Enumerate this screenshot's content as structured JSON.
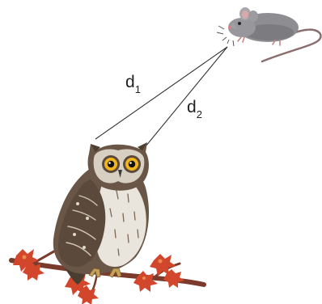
{
  "labels": {
    "d1_main": "d",
    "d1_sub": "1",
    "d2_main": "d",
    "d2_sub": "2"
  },
  "icons": {
    "predator": "owl-icon",
    "prey": "mouse-icon",
    "perch": "branch-icon"
  },
  "colors": {
    "line": "#333333",
    "owl_dark": "#5b4a3c",
    "owl_light": "#e9e5dc",
    "owl_eye": "#f2b51c",
    "mouse": "#8e8e92",
    "leaf": "#d2462c",
    "branch": "#7a3b2c"
  }
}
